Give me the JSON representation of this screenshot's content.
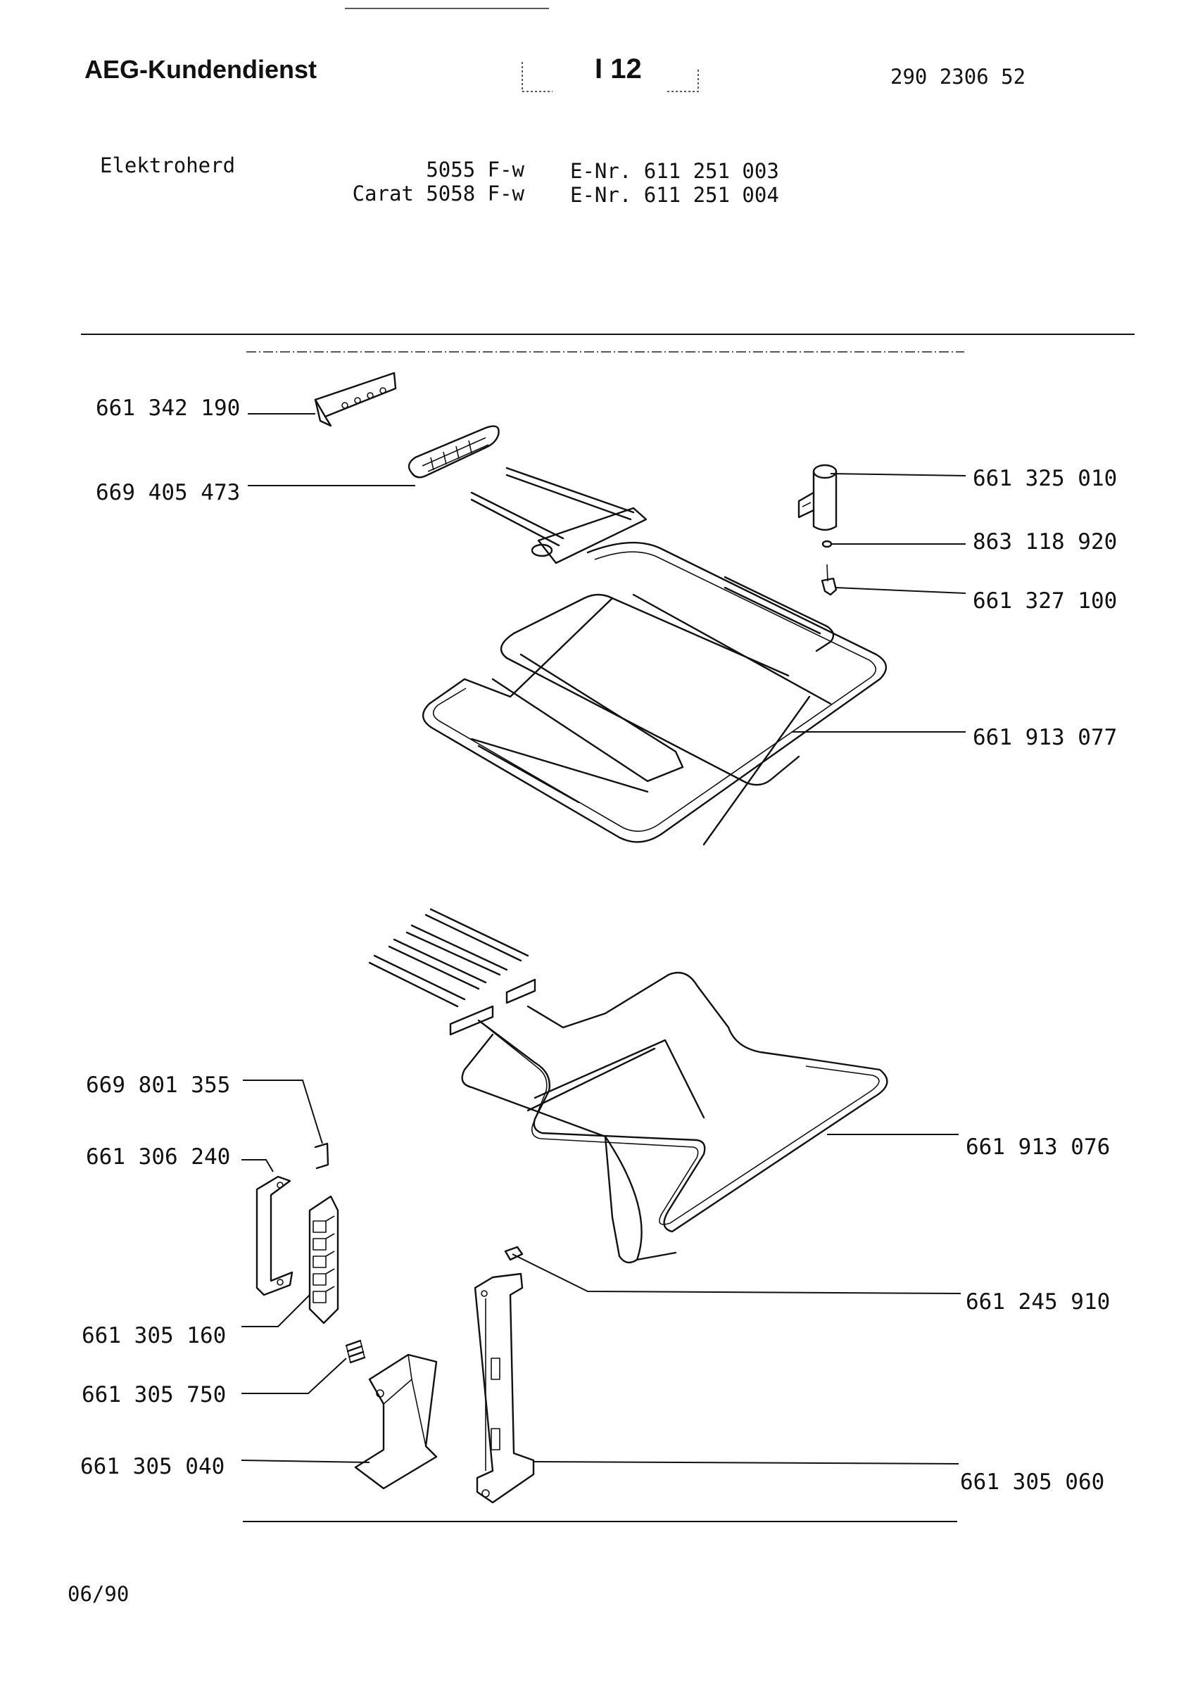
{
  "header": {
    "brand": "AEG-Kundendienst",
    "page": "I 12",
    "doc_number": "290 2306 52"
  },
  "product": {
    "category": "Elektroherd",
    "models": [
      {
        "model": "5055 F-w",
        "enr": "E-Nr. 611 251 003"
      },
      {
        "model": "Carat 5058 F-w",
        "enr": "E-Nr. 611 251 004"
      }
    ]
  },
  "parts": {
    "p1": "661 342 190",
    "p2": "669 405 473",
    "p3": "661 325 010",
    "p4": "863 118 920",
    "p5": "661 327 100",
    "p6": "661 913 077",
    "p7": "669 801 355",
    "p8": "661 306 240",
    "p9": "661 913 076",
    "p10": "661 245 910",
    "p11": "661 305 160",
    "p12": "661 305 750",
    "p13": "661 305 040",
    "p14": "661 305 060"
  },
  "footer": {
    "date": "06/90"
  }
}
